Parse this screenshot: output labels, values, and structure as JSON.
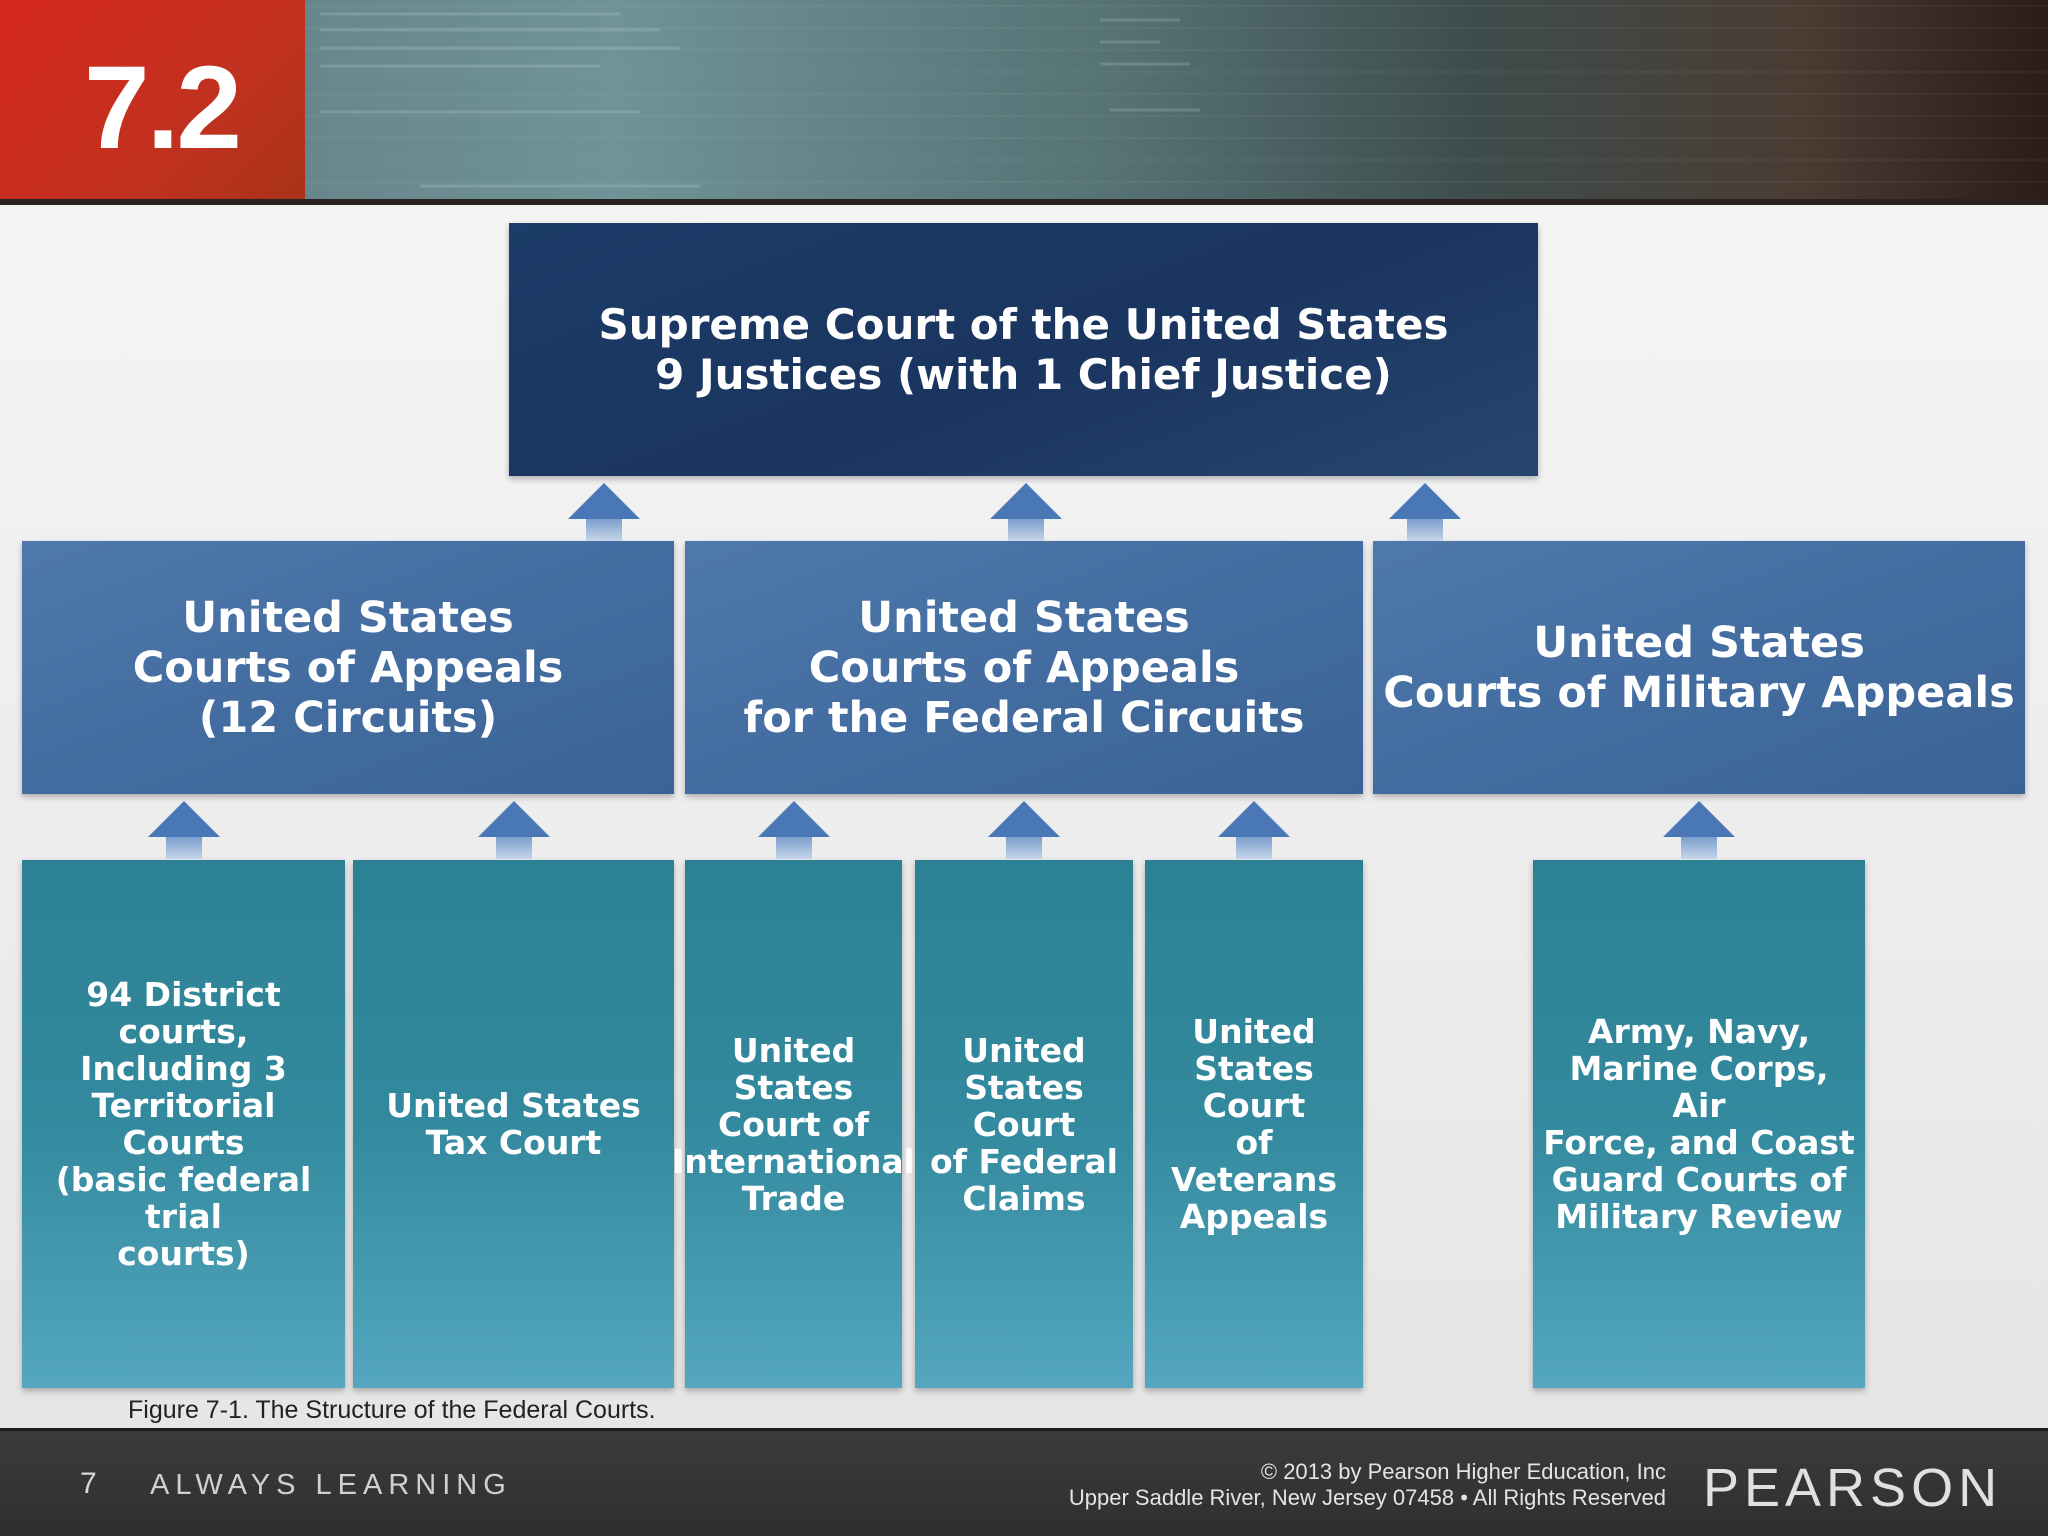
{
  "slide": {
    "section_number": "7.2",
    "figure_caption": "Figure 7-1. The Structure of the Federal Courts."
  },
  "diagram": {
    "top": {
      "label": "Supreme Court of the United States\n9 Justices (with 1 Chief Justice)"
    },
    "middle": [
      {
        "id": "appeals-12",
        "label": "United States\nCourts of Appeals\n(12 Circuits)"
      },
      {
        "id": "appeals-federal",
        "label": "United States\nCourts of Appeals\nfor the Federal Circuits"
      },
      {
        "id": "military-appeals",
        "label": "United States\nCourts of Military Appeals"
      }
    ],
    "bottom": [
      {
        "id": "district",
        "parent": "appeals-12",
        "label": "94 District courts,\nIncluding 3\nTerritorial Courts\n(basic federal trial\ncourts)"
      },
      {
        "id": "tax",
        "parent": "appeals-12",
        "label": "United States\nTax Court"
      },
      {
        "id": "trade",
        "parent": "appeals-federal",
        "label": "United\nStates\nCourt of\nInternational\nTrade"
      },
      {
        "id": "claims",
        "parent": "appeals-federal",
        "label": "United\nStates Court\nof Federal\nClaims"
      },
      {
        "id": "veterans",
        "parent": "appeals-federal",
        "label": "United\nStates Court\nof Veterans\nAppeals"
      },
      {
        "id": "military-review",
        "parent": "military-appeals",
        "label": "Army, Navy,\nMarine Corps, Air\nForce, and Coast\nGuard Courts of\nMilitary Review"
      }
    ],
    "colors": {
      "top": "#1c3c69",
      "middle": "#4a73a6",
      "bottom": "#3490a5",
      "arrow": "#4a78b6"
    }
  },
  "footer": {
    "page_number": "7",
    "tagline": "ALWAYS LEARNING",
    "copyright_line1": "© 2013 by Pearson Higher Education, Inc",
    "copyright_line2": "Upper Saddle River, New Jersey 07458 • All Rights Reserved",
    "publisher_logo": "PEARSON"
  }
}
